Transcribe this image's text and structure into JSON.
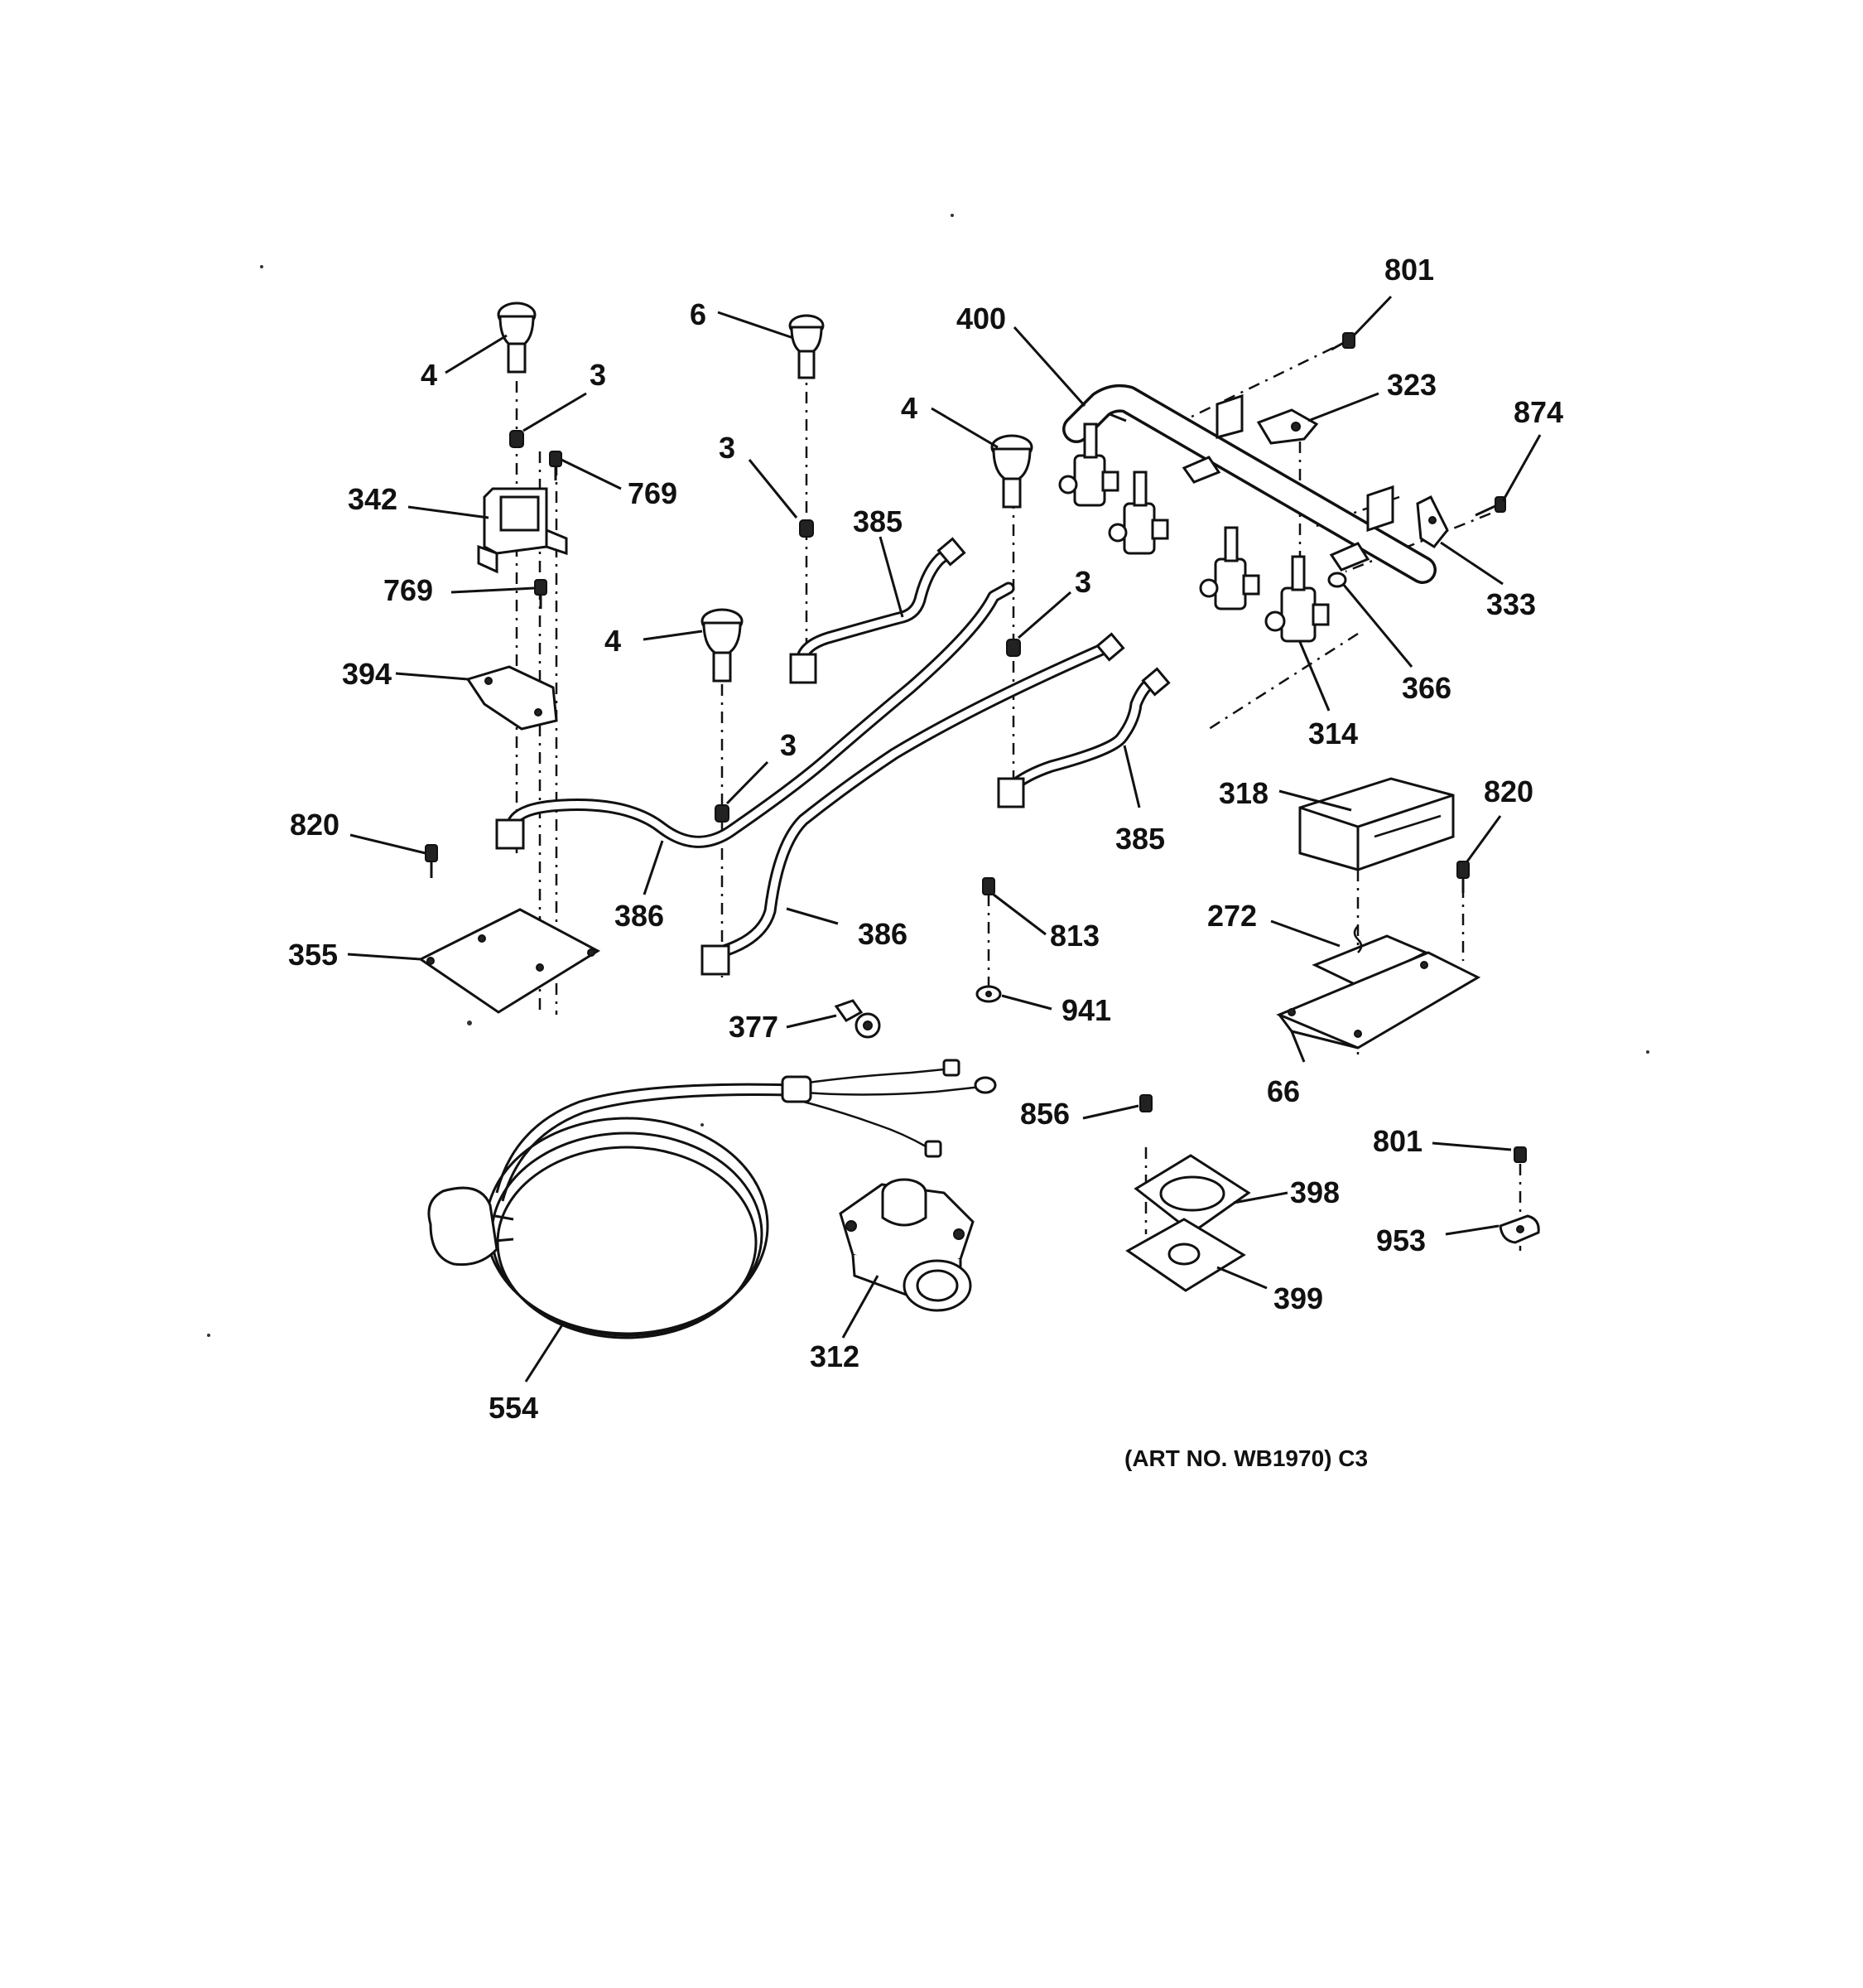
{
  "callouts": [
    {
      "id": "c4a",
      "text": "4"
    },
    {
      "id": "c3a",
      "text": "3"
    },
    {
      "id": "c769a",
      "text": "769"
    },
    {
      "id": "c342",
      "text": "342"
    },
    {
      "id": "c769b",
      "text": "769"
    },
    {
      "id": "c394",
      "text": "394"
    },
    {
      "id": "c820a",
      "text": "820"
    },
    {
      "id": "c355",
      "text": "355"
    },
    {
      "id": "c386a",
      "text": "386"
    },
    {
      "id": "c386b",
      "text": "386"
    },
    {
      "id": "c4b",
      "text": "4"
    },
    {
      "id": "c3b",
      "text": "3"
    },
    {
      "id": "c6",
      "text": "6"
    },
    {
      "id": "c3c",
      "text": "3"
    },
    {
      "id": "c385a",
      "text": "385"
    },
    {
      "id": "c4c",
      "text": "4"
    },
    {
      "id": "c3d",
      "text": "3"
    },
    {
      "id": "c385b",
      "text": "385"
    },
    {
      "id": "c400",
      "text": "400"
    },
    {
      "id": "c801a",
      "text": "801"
    },
    {
      "id": "c323",
      "text": "323"
    },
    {
      "id": "c874",
      "text": "874"
    },
    {
      "id": "c333",
      "text": "333"
    },
    {
      "id": "c366",
      "text": "366"
    },
    {
      "id": "c314",
      "text": "314"
    },
    {
      "id": "c318",
      "text": "318"
    },
    {
      "id": "c820b",
      "text": "820"
    },
    {
      "id": "c272",
      "text": "272"
    },
    {
      "id": "c66",
      "text": "66"
    },
    {
      "id": "c813",
      "text": "813"
    },
    {
      "id": "c941",
      "text": "941"
    },
    {
      "id": "c377",
      "text": "377"
    },
    {
      "id": "c856",
      "text": "856"
    },
    {
      "id": "c398",
      "text": "398"
    },
    {
      "id": "c399",
      "text": "399"
    },
    {
      "id": "c801b",
      "text": "801"
    },
    {
      "id": "c953",
      "text": "953"
    },
    {
      "id": "c312",
      "text": "312"
    },
    {
      "id": "c554",
      "text": "554"
    }
  ],
  "art_number": "(ART NO. WB1970) C3"
}
